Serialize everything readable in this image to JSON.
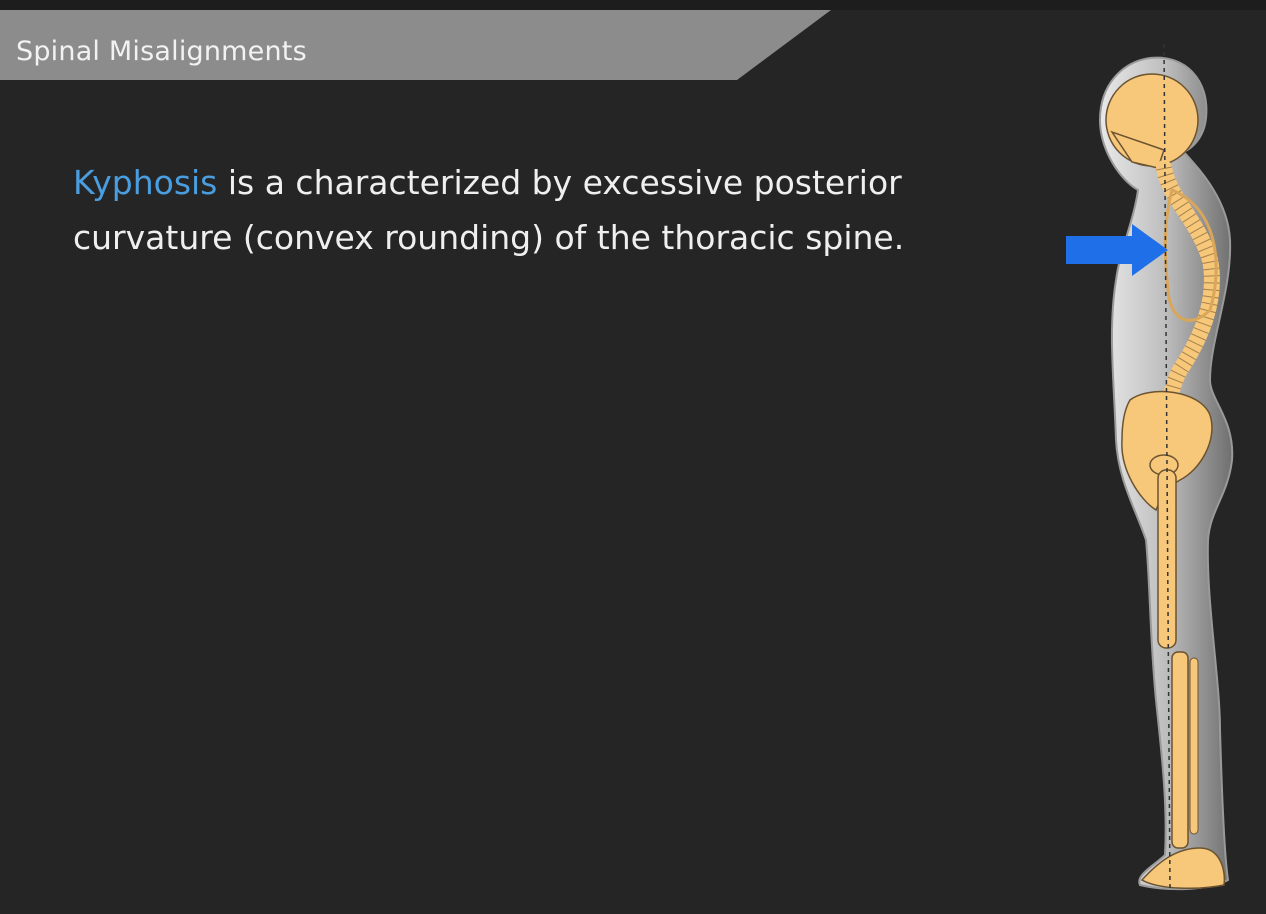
{
  "slide": {
    "title": "Spinal Misalignments",
    "body": {
      "term": "Kyphosis",
      "definition": " is a characterized by excessive posterior curvature (convex rounding) of the thoracic spine."
    }
  },
  "figure": {
    "description_icon": "kyphosis-skeleton-side-view",
    "arrow_color": "#1f6fe8",
    "bone_color": "#f7c77a",
    "body_color": "#c9c9c9"
  }
}
